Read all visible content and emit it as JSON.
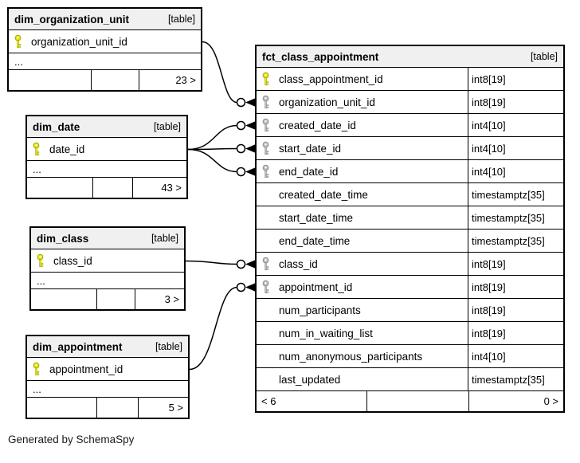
{
  "note": "Generated by SchemaSpy",
  "colors": {
    "primary_key": "#e5e500",
    "primary_key_outline": "#a8a800",
    "foreign_key": "#bfbfbf",
    "foreign_key_outline": "#8f8f8f",
    "header_background": "#f0f0f0",
    "border": "#000000"
  },
  "tables": [
    {
      "id": "dim_organization_unit",
      "title": "dim_organization_unit",
      "badge": "[table]",
      "columns": [
        {
          "name": "organization_unit_id",
          "key": "pk",
          "type": ""
        }
      ],
      "ellipsis": "...",
      "footer": [
        "",
        "",
        "23 >"
      ]
    },
    {
      "id": "dim_date",
      "title": "dim_date",
      "badge": "[table]",
      "columns": [
        {
          "name": "date_id",
          "key": "pk",
          "type": ""
        }
      ],
      "ellipsis": "...",
      "footer": [
        "",
        "",
        "43 >"
      ]
    },
    {
      "id": "dim_class",
      "title": "dim_class",
      "badge": "[table]",
      "columns": [
        {
          "name": "class_id",
          "key": "pk",
          "type": ""
        }
      ],
      "ellipsis": "...",
      "footer": [
        "",
        "",
        "3 >"
      ]
    },
    {
      "id": "dim_appointment",
      "title": "dim_appointment",
      "badge": "[table]",
      "columns": [
        {
          "name": "appointment_id",
          "key": "pk",
          "type": ""
        }
      ],
      "ellipsis": "...",
      "footer": [
        "",
        "",
        "5 >"
      ]
    },
    {
      "id": "fct_class_appointment",
      "title": "fct_class_appointment",
      "badge": "[table]",
      "columns": [
        {
          "name": "class_appointment_id",
          "key": "pk",
          "type": "int8[19]"
        },
        {
          "name": "organization_unit_id",
          "key": "fk",
          "type": "int8[19]"
        },
        {
          "name": "created_date_id",
          "key": "fk",
          "type": "int4[10]"
        },
        {
          "name": "start_date_id",
          "key": "fk",
          "type": "int4[10]"
        },
        {
          "name": "end_date_id",
          "key": "fk",
          "type": "int4[10]"
        },
        {
          "name": "created_date_time",
          "key": "",
          "type": "timestamptz[35]"
        },
        {
          "name": "start_date_time",
          "key": "",
          "type": "timestamptz[35]"
        },
        {
          "name": "end_date_time",
          "key": "",
          "type": "timestamptz[35]"
        },
        {
          "name": "class_id",
          "key": "fk",
          "type": "int8[19]"
        },
        {
          "name": "appointment_id",
          "key": "fk",
          "type": "int8[19]"
        },
        {
          "name": "num_participants",
          "key": "",
          "type": "int8[19]"
        },
        {
          "name": "num_in_waiting_list",
          "key": "",
          "type": "int8[19]"
        },
        {
          "name": "num_anonymous_participants",
          "key": "",
          "type": "int4[10]"
        },
        {
          "name": "last_updated",
          "key": "",
          "type": "timestamptz[35]"
        }
      ],
      "footer": [
        "< 6",
        "",
        "0 >"
      ]
    }
  ],
  "relationships": [
    {
      "from": "dim_organization_unit.organization_unit_id",
      "to": "fct_class_appointment.organization_unit_id"
    },
    {
      "from": "dim_date.date_id",
      "to": "fct_class_appointment.created_date_id"
    },
    {
      "from": "dim_date.date_id",
      "to": "fct_class_appointment.start_date_id"
    },
    {
      "from": "dim_date.date_id",
      "to": "fct_class_appointment.end_date_id"
    },
    {
      "from": "dim_class.class_id",
      "to": "fct_class_appointment.class_id"
    },
    {
      "from": "dim_appointment.appointment_id",
      "to": "fct_class_appointment.appointment_id"
    }
  ]
}
